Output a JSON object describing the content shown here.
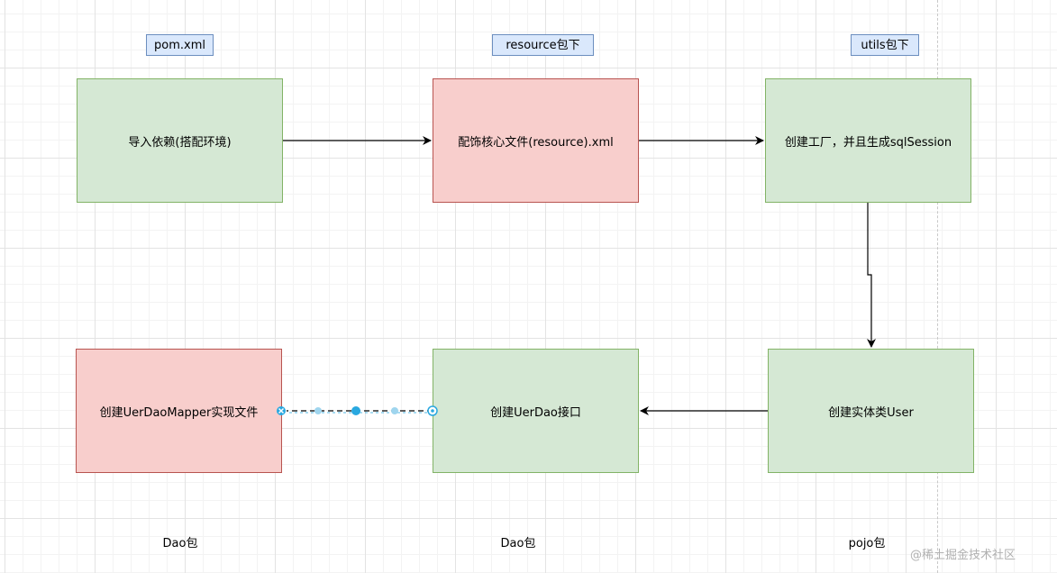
{
  "tags": {
    "pom": "pom.xml",
    "resource": "resource包下",
    "utils": "utils包下"
  },
  "boxes": {
    "import_deps": "导入依赖(搭配环境)",
    "config_core": "配饰核心文件(resource).xml",
    "create_factory": "创建工厂，并且生成sqlSession",
    "create_user": "创建实体类User",
    "create_dao_interface": "创建UerDao接口",
    "create_mapper": "创建UerDaoMapper实现文件"
  },
  "packages": {
    "dao_left": "Dao包",
    "dao_middle": "Dao包",
    "pojo": "pojo包"
  },
  "watermark": "@稀土掘金技术社区",
  "colors": {
    "green_fill": "#d5e8d4",
    "green_stroke": "#82b366",
    "red_fill": "#f8cecc",
    "red_stroke": "#b85450",
    "tag_fill": "#dae8fc",
    "tag_stroke": "#6c8ebf",
    "selection": "#29a8e0"
  }
}
